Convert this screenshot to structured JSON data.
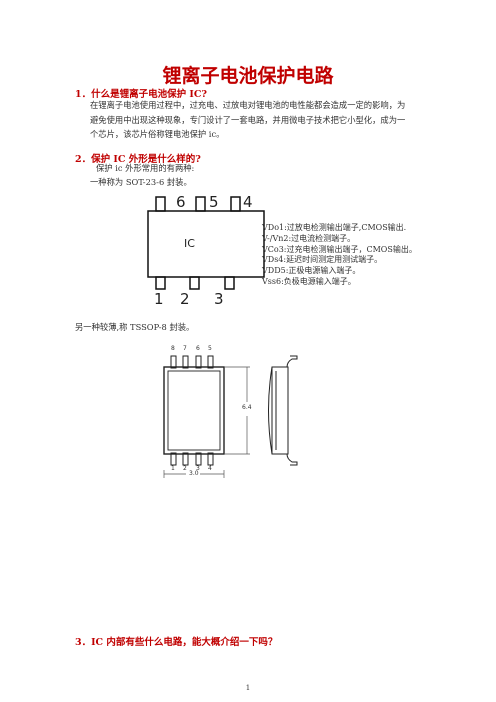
{
  "title": "锂离子电池保护电路",
  "sections": [
    {
      "heading": "1．什么是锂离子电池保护 IC?",
      "paragraph_lines": [
        "在锂离子电池使用过程中，过充电、过放电对锂电池的电性能都会造成一定的影响，为",
        "避免使用中出现这种现象，专门设计了一套电路，并用微电子技术把它小型化，成为一",
        "个芯片，该芯片俗称锂电池保护 ic。"
      ]
    },
    {
      "heading": "2．保护 IC 外形是什么样的?",
      "paragraph_lines": [
        "保护 ic 外形常用的有两种:",
        "一种称为 SOT-23-6 封装。"
      ]
    },
    {
      "heading": "3．IC 内部有些什么电路，能大概介绍一下吗？"
    }
  ],
  "sot23": {
    "chip_label": "IC",
    "top_pins": [
      "6",
      "5",
      "4"
    ],
    "bottom_pins": [
      "1",
      "2",
      "3"
    ],
    "pin_descriptions": [
      "VDo1:过放电检测输出端子,CMOS输出.",
      "V-/Vn2:过电流检测端子。",
      "VCo3:过充电检测输出端子，CMOS输出。",
      "VDs4:延迟时间测定用测试端子。",
      "VDD5:正极电源输入端子。",
      "Vss6:负极电源输入端子。"
    ]
  },
  "tssop": {
    "intro": "另一种较薄,称 TSSOP-8 封装。",
    "top_pins": [
      "8",
      "7",
      "6",
      "5"
    ],
    "bottom_pins": [
      "1",
      "2",
      "3",
      "4"
    ],
    "height_dim": "6.4",
    "width_dim": "3.0"
  },
  "page_number": "1"
}
